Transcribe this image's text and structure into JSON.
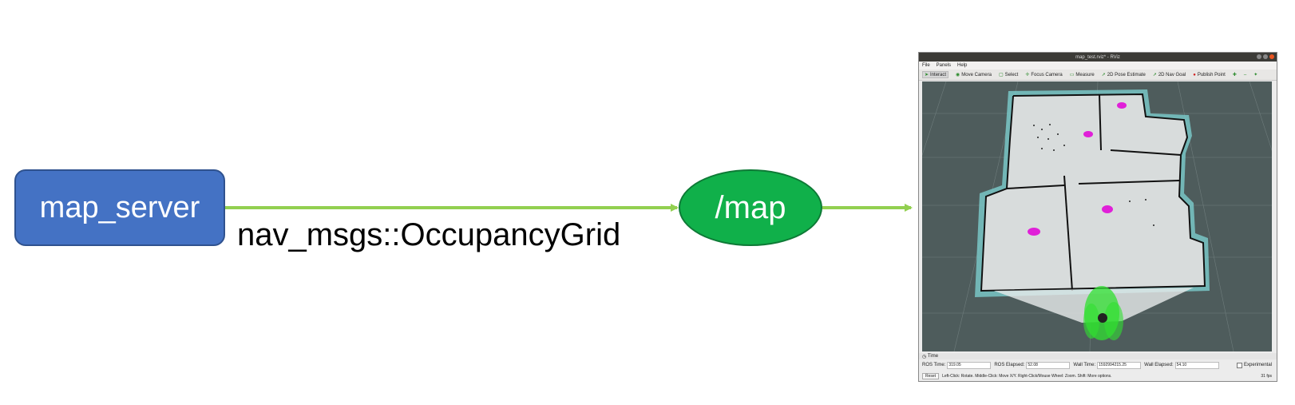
{
  "diagram": {
    "source_node": "map_server",
    "topic_node": "/map",
    "edge_label": "nav_msgs::OccupancyGrid",
    "colors": {
      "source_fill": "#4472c4",
      "topic_fill": "#10b04a",
      "arrow": "#92d050"
    }
  },
  "rviz": {
    "title": "map_test.rviz* - RViz",
    "menu": [
      "File",
      "Panels",
      "Help"
    ],
    "tools": [
      "Interact",
      "Move Camera",
      "Select",
      "Focus Camera",
      "Measure",
      "2D Pose Estimate",
      "2D Nav Goal",
      "Publish Point"
    ],
    "time_panel_label": "Time",
    "fields": [
      {
        "label": "ROS Time:",
        "value": "319.05"
      },
      {
        "label": "ROS Elapsed:",
        "value": "52.08"
      },
      {
        "label": "Wall Time:",
        "value": "1592994215.25"
      },
      {
        "label": "Wall Elapsed:",
        "value": "54.10"
      }
    ],
    "experimental_label": "Experimental",
    "reset_label": "Reset",
    "help_text": "Left-Click: Rotate. Middle-Click: Move X/Y. Right-Click/Mouse Wheel: Zoom. Shift: More options.",
    "fps": "31 fps"
  }
}
